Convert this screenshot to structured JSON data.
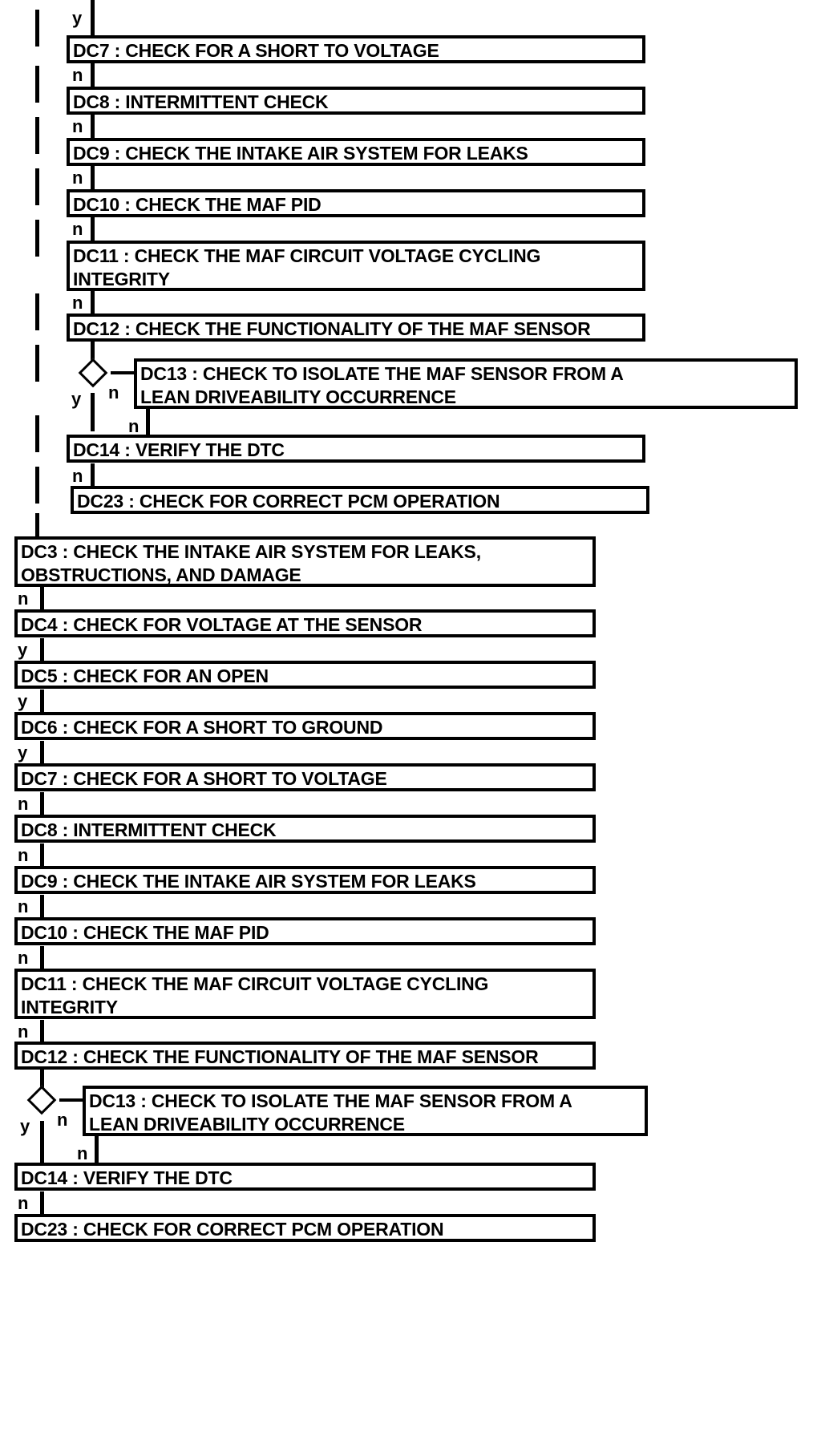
{
  "document": {
    "title": "MAF Sensor Diagnostic Flowchart",
    "type": "flowchart",
    "line_color": "#000000",
    "background_color": "#ffffff"
  },
  "sections": [
    {
      "id": "upper-flow",
      "name": "upper-diagnostic-flow",
      "steps": [
        {
          "id": "u-dc7",
          "label": "DC7 : CHECK FOR A SHORT TO VOLTAGE"
        },
        {
          "id": "u-dc8",
          "label": "DC8 : INTERMITTENT CHECK"
        },
        {
          "id": "u-dc9",
          "label": "DC9 : CHECK THE INTAKE AIR SYSTEM FOR LEAKS"
        },
        {
          "id": "u-dc10",
          "label": "DC10 : CHECK THE MAF PID"
        },
        {
          "id": "u-dc11",
          "label": "DC11 : CHECK THE MAF CIRCUIT VOLTAGE CYCLING\nINTEGRITY"
        },
        {
          "id": "u-dc12",
          "label": "DC12 : CHECK THE FUNCTIONALITY OF THE MAF SENSOR"
        },
        {
          "id": "u-dc13",
          "label": "DC13 : CHECK TO ISOLATE THE MAF SENSOR FROM A\nLEAN DRIVEABILITY OCCURRENCE"
        },
        {
          "id": "u-dc14",
          "label": "DC14 : VERIFY THE DTC"
        },
        {
          "id": "u-dc23",
          "label": "DC23 : CHECK FOR CORRECT PCM OPERATION"
        }
      ],
      "branch_labels": {
        "b1": "y",
        "b2": "n",
        "b3": "n",
        "b4": "n",
        "b5": "n",
        "b6": "n",
        "diamond_y": "y",
        "diamond_n": "n",
        "b7": "n",
        "b8": "n"
      }
    },
    {
      "id": "lower-flow",
      "name": "lower-diagnostic-flow",
      "steps": [
        {
          "id": "l-dc3",
          "label": "DC3 : CHECK THE INTAKE AIR SYSTEM FOR LEAKS,\nOBSTRUCTIONS, AND DAMAGE"
        },
        {
          "id": "l-dc4",
          "label": "DC4 : CHECK FOR VOLTAGE AT THE SENSOR"
        },
        {
          "id": "l-dc5",
          "label": "DC5 : CHECK FOR AN OPEN"
        },
        {
          "id": "l-dc6",
          "label": "DC6 : CHECK FOR A SHORT TO GROUND"
        },
        {
          "id": "l-dc7",
          "label": "DC7 : CHECK FOR A SHORT TO VOLTAGE"
        },
        {
          "id": "l-dc8",
          "label": "DC8 : INTERMITTENT CHECK"
        },
        {
          "id": "l-dc9",
          "label": "DC9 : CHECK THE INTAKE AIR SYSTEM FOR LEAKS"
        },
        {
          "id": "l-dc10",
          "label": "DC10 : CHECK THE MAF PID"
        },
        {
          "id": "l-dc11",
          "label": "DC11 : CHECK THE MAF CIRCUIT VOLTAGE CYCLING\nINTEGRITY"
        },
        {
          "id": "l-dc12",
          "label": "DC12 : CHECK THE FUNCTIONALITY OF THE MAF SENSOR"
        },
        {
          "id": "l-dc13",
          "label": "DC13 : CHECK TO ISOLATE THE MAF SENSOR FROM A\nLEAN DRIVEABILITY OCCURRENCE"
        },
        {
          "id": "l-dc14",
          "label": "DC14 : VERIFY THE DTC"
        },
        {
          "id": "l-dc23",
          "label": "DC23 : CHECK FOR CORRECT PCM OPERATION"
        }
      ],
      "branch_labels": {
        "b1": "n",
        "b2": "y",
        "b3": "y",
        "b4": "y",
        "b5": "n",
        "b6": "n",
        "b7": "n",
        "b8": "n",
        "b9": "n",
        "diamond_y": "y",
        "diamond_n": "n",
        "b10": "n",
        "b11": "n"
      }
    }
  ]
}
